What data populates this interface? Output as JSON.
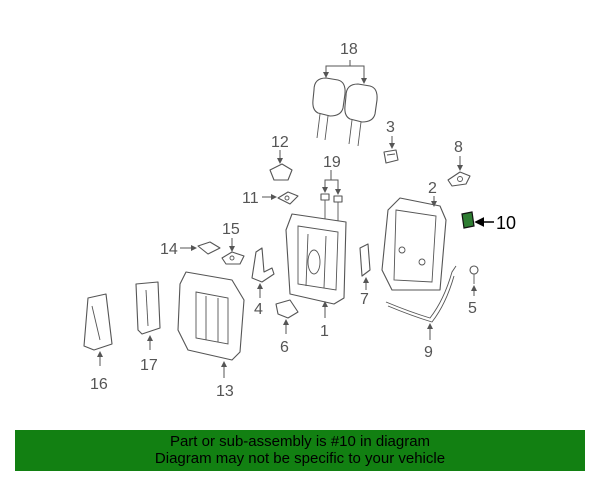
{
  "callouts": {
    "c1": "1",
    "c2": "2",
    "c3": "3",
    "c4": "4",
    "c5": "5",
    "c6": "6",
    "c7": "7",
    "c8": "8",
    "c9": "9",
    "c10": "10",
    "c11": "11",
    "c12": "12",
    "c13": "13",
    "c14": "14",
    "c15": "15",
    "c16": "16",
    "c17": "17",
    "c18": "18",
    "c19": "19"
  },
  "highlight_callout": "10",
  "banner": {
    "line1": "Part or sub-assembly is #10 in diagram",
    "line2": "Diagram may not be specific to your vehicle",
    "color": "#128012"
  },
  "colors": {
    "line": "#555555",
    "highlight_part": "#2e7d32"
  }
}
